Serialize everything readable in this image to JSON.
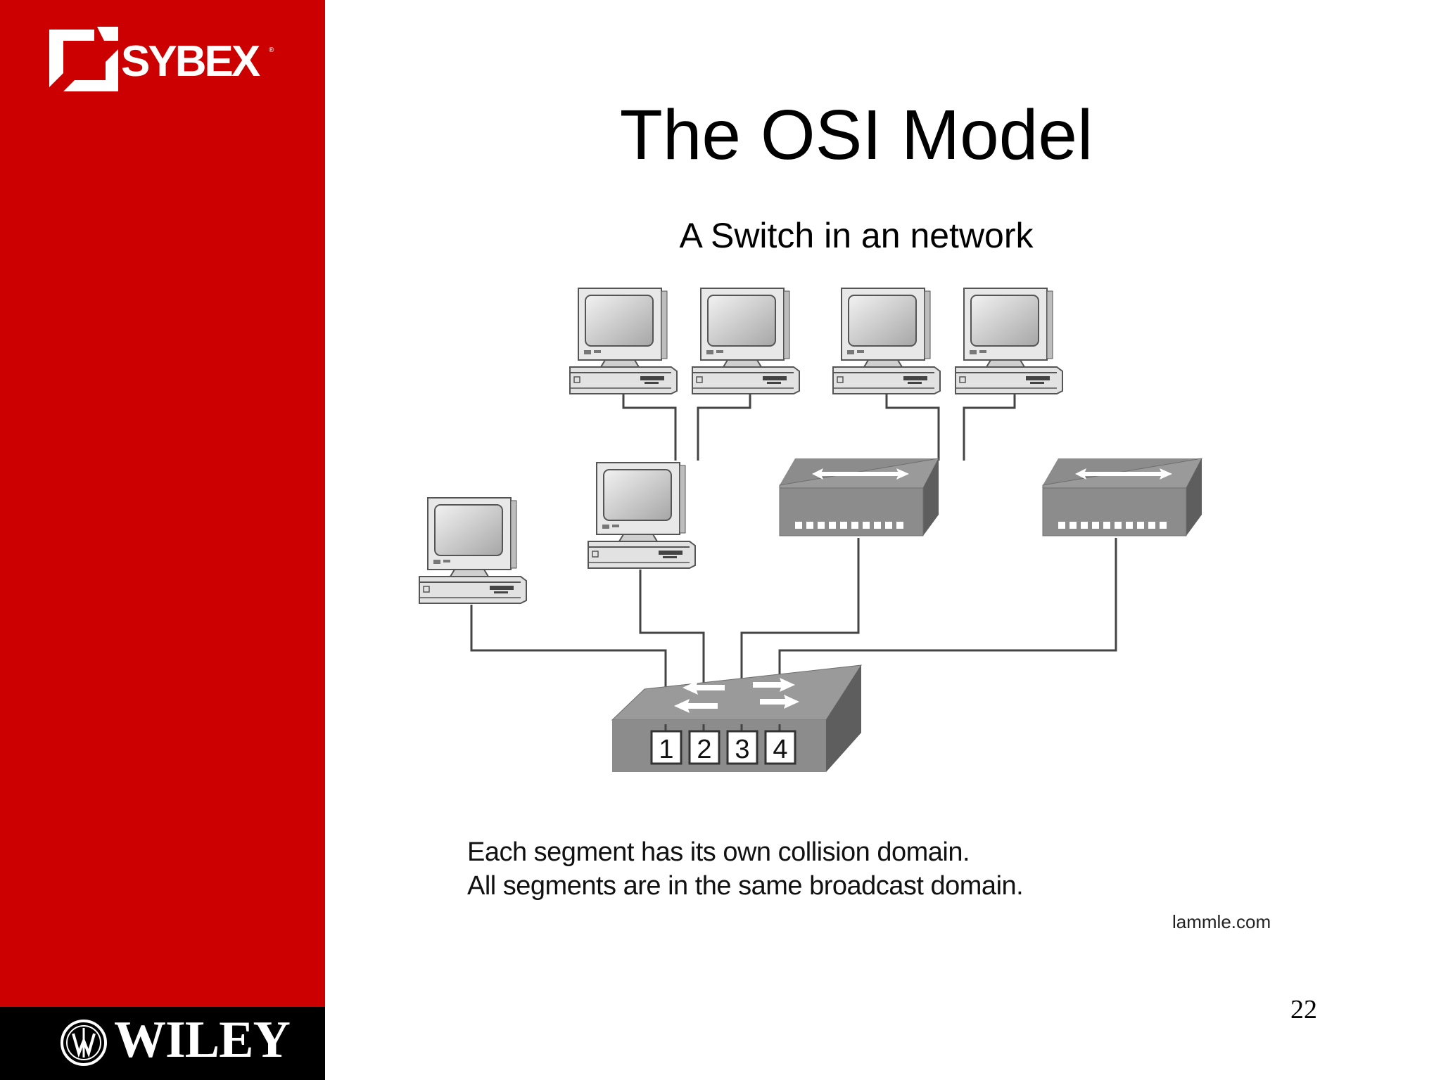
{
  "brand": {
    "publisher": "SYBEX",
    "registered_mark": "®",
    "parent": "WILEY",
    "sidebar_color": "#cc0000",
    "band_color": "#000000"
  },
  "slide": {
    "title": "The OSI Model",
    "subtitle": "A Switch in an network",
    "caption_lines": [
      "Each segment has its own collision domain.",
      "All segments are in the same broadcast domain."
    ],
    "credit": "lammle.com",
    "page_number": "22"
  },
  "diagram": {
    "switch_ports": [
      "1",
      "2",
      "3",
      "4"
    ],
    "icons": {
      "computer": "desktop-computer-icon",
      "hub": "hub-icon",
      "switch": "switch-icon"
    },
    "colors": {
      "device_gray": "#8c8c8c",
      "device_dark": "#5e5e5e",
      "device_light": "#b5b5b5",
      "cable": "#444444"
    }
  }
}
